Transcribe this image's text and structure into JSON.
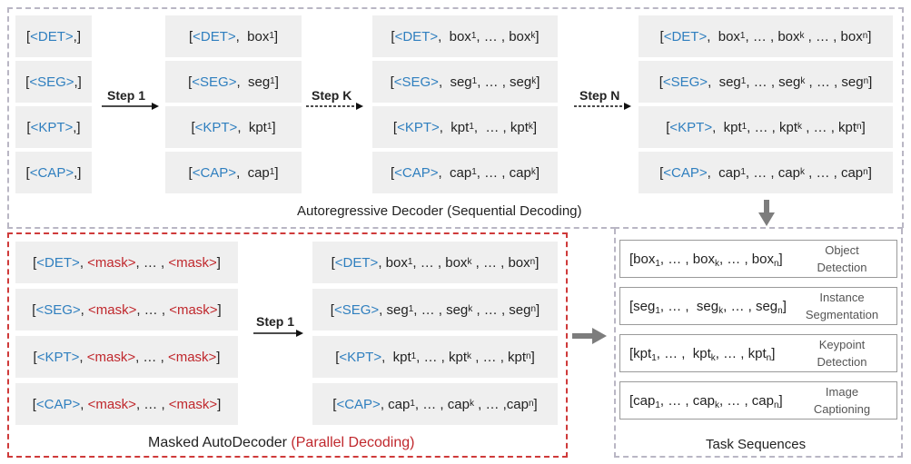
{
  "colors": {
    "task_token": "#2f7fbf",
    "mask_token": "#c0282d",
    "box_fill": "#efefef",
    "panel_gray": "#b9b6c4",
    "panel_red": "#cf3a3a"
  },
  "autoregressive": {
    "caption": "Autoregressive Decoder (Sequential Decoding)",
    "steps": [
      "Step 1",
      "Step K",
      "Step N"
    ],
    "columns": [
      [
        [
          {
            "t": "[",
            "c": ""
          },
          {
            "t": "<DET>",
            "c": "blue"
          },
          {
            "t": ",]",
            "c": ""
          }
        ],
        [
          {
            "t": "[",
            "c": ""
          },
          {
            "t": "<SEG>",
            "c": "blue"
          },
          {
            "t": ",]",
            "c": ""
          }
        ],
        [
          {
            "t": "[",
            "c": ""
          },
          {
            "t": "<KPT>",
            "c": "blue"
          },
          {
            "t": ",]",
            "c": ""
          }
        ],
        [
          {
            "t": "[",
            "c": ""
          },
          {
            "t": "<CAP>",
            "c": "blue"
          },
          {
            "t": ",]",
            "c": ""
          }
        ]
      ],
      [
        [
          {
            "t": "[",
            "c": ""
          },
          {
            "t": "<DET>",
            "c": "blue"
          },
          {
            "t": ",  box",
            "c": ""
          },
          {
            "t": "1",
            "c": "sub"
          },
          {
            "t": "]",
            "c": ""
          }
        ],
        [
          {
            "t": "[",
            "c": ""
          },
          {
            "t": "<SEG>",
            "c": "blue"
          },
          {
            "t": ",  seg",
            "c": ""
          },
          {
            "t": "1",
            "c": "sub"
          },
          {
            "t": "]",
            "c": ""
          }
        ],
        [
          {
            "t": "[",
            "c": ""
          },
          {
            "t": "<KPT>",
            "c": "blue"
          },
          {
            "t": ",  kpt",
            "c": ""
          },
          {
            "t": "1",
            "c": "sub"
          },
          {
            "t": "]",
            "c": ""
          }
        ],
        [
          {
            "t": "[",
            "c": ""
          },
          {
            "t": "<CAP>",
            "c": "blue"
          },
          {
            "t": ",  cap",
            "c": ""
          },
          {
            "t": "1",
            "c": "sub"
          },
          {
            "t": "]",
            "c": ""
          }
        ]
      ],
      [
        [
          {
            "t": "[",
            "c": ""
          },
          {
            "t": "<DET>",
            "c": "blue"
          },
          {
            "t": ",  box",
            "c": ""
          },
          {
            "t": "1",
            "c": "sub"
          },
          {
            "t": ", … , box",
            "c": ""
          },
          {
            "t": "k",
            "c": "sub"
          },
          {
            "t": "]",
            "c": ""
          }
        ],
        [
          {
            "t": "[",
            "c": ""
          },
          {
            "t": "<SEG>",
            "c": "blue"
          },
          {
            "t": ",  seg",
            "c": ""
          },
          {
            "t": "1",
            "c": "sub"
          },
          {
            "t": ", … , seg",
            "c": ""
          },
          {
            "t": "k",
            "c": "sub"
          },
          {
            "t": "]",
            "c": ""
          }
        ],
        [
          {
            "t": "[",
            "c": ""
          },
          {
            "t": "<KPT>",
            "c": "blue"
          },
          {
            "t": ",  kpt",
            "c": ""
          },
          {
            "t": "1",
            "c": "sub"
          },
          {
            "t": ",  … , kpt",
            "c": ""
          },
          {
            "t": "k",
            "c": "sub"
          },
          {
            "t": "]",
            "c": ""
          }
        ],
        [
          {
            "t": "[",
            "c": ""
          },
          {
            "t": "<CAP>",
            "c": "blue"
          },
          {
            "t": ",  cap",
            "c": ""
          },
          {
            "t": "1",
            "c": "sub"
          },
          {
            "t": ", … , cap",
            "c": ""
          },
          {
            "t": "k",
            "c": "sub"
          },
          {
            "t": "]",
            "c": ""
          }
        ]
      ],
      [
        [
          {
            "t": "[",
            "c": ""
          },
          {
            "t": "<DET>",
            "c": "blue"
          },
          {
            "t": ",  box",
            "c": ""
          },
          {
            "t": "1",
            "c": "sub"
          },
          {
            "t": ", … , box",
            "c": ""
          },
          {
            "t": "k",
            "c": "sub"
          },
          {
            "t": " , … , box",
            "c": ""
          },
          {
            "t": "n",
            "c": "sub"
          },
          {
            "t": "]",
            "c": ""
          }
        ],
        [
          {
            "t": "[",
            "c": ""
          },
          {
            "t": "<SEG>",
            "c": "blue"
          },
          {
            "t": ",  seg",
            "c": ""
          },
          {
            "t": "1",
            "c": "sub"
          },
          {
            "t": ", … , seg",
            "c": ""
          },
          {
            "t": "k",
            "c": "sub"
          },
          {
            "t": " , … , seg",
            "c": ""
          },
          {
            "t": "n",
            "c": "sub"
          },
          {
            "t": "]",
            "c": ""
          }
        ],
        [
          {
            "t": "[",
            "c": ""
          },
          {
            "t": "<KPT>",
            "c": "blue"
          },
          {
            "t": ",  kpt",
            "c": ""
          },
          {
            "t": "1",
            "c": "sub"
          },
          {
            "t": ", … , kpt",
            "c": ""
          },
          {
            "t": "k",
            "c": "sub"
          },
          {
            "t": " , … , kpt",
            "c": ""
          },
          {
            "t": "n",
            "c": "sub"
          },
          {
            "t": "]",
            "c": ""
          }
        ],
        [
          {
            "t": "[",
            "c": ""
          },
          {
            "t": "<CAP>",
            "c": "blue"
          },
          {
            "t": ",  cap",
            "c": ""
          },
          {
            "t": "1",
            "c": "sub"
          },
          {
            "t": ", … , cap",
            "c": ""
          },
          {
            "t": "k",
            "c": "sub"
          },
          {
            "t": " , … , cap",
            "c": ""
          },
          {
            "t": "n",
            "c": "sub"
          },
          {
            "t": "]",
            "c": ""
          }
        ]
      ]
    ]
  },
  "masked": {
    "caption_main": "Masked AutoDecoder ",
    "caption_paren": "(Parallel Decoding)",
    "step": "Step 1",
    "columns": [
      [
        [
          {
            "t": "[",
            "c": ""
          },
          {
            "t": "<DET>",
            "c": "blue"
          },
          {
            "t": ", ",
            "c": ""
          },
          {
            "t": "<mask>",
            "c": "red"
          },
          {
            "t": ", … , ",
            "c": ""
          },
          {
            "t": "<mask>",
            "c": "red"
          },
          {
            "t": "]",
            "c": ""
          }
        ],
        [
          {
            "t": "[",
            "c": ""
          },
          {
            "t": "<SEG>",
            "c": "blue"
          },
          {
            "t": ", ",
            "c": ""
          },
          {
            "t": "<mask>",
            "c": "red"
          },
          {
            "t": ", … , ",
            "c": ""
          },
          {
            "t": "<mask>",
            "c": "red"
          },
          {
            "t": "]",
            "c": ""
          }
        ],
        [
          {
            "t": "[",
            "c": ""
          },
          {
            "t": "<KPT>",
            "c": "blue"
          },
          {
            "t": ", ",
            "c": ""
          },
          {
            "t": "<mask>",
            "c": "red"
          },
          {
            "t": ", … , ",
            "c": ""
          },
          {
            "t": "<mask>",
            "c": "red"
          },
          {
            "t": "]",
            "c": ""
          }
        ],
        [
          {
            "t": "[",
            "c": ""
          },
          {
            "t": "<CAP>",
            "c": "blue"
          },
          {
            "t": ", ",
            "c": ""
          },
          {
            "t": "<mask>",
            "c": "red"
          },
          {
            "t": ", … , ",
            "c": ""
          },
          {
            "t": "<mask>",
            "c": "red"
          },
          {
            "t": "]",
            "c": ""
          }
        ]
      ],
      [
        [
          {
            "t": "[",
            "c": ""
          },
          {
            "t": "<DET>",
            "c": "blue"
          },
          {
            "t": ", box",
            "c": ""
          },
          {
            "t": "1",
            "c": "sub"
          },
          {
            "t": ", … , box",
            "c": ""
          },
          {
            "t": "k",
            "c": "sub"
          },
          {
            "t": " , … , box",
            "c": ""
          },
          {
            "t": "n",
            "c": "sub"
          },
          {
            "t": "]",
            "c": ""
          }
        ],
        [
          {
            "t": "[",
            "c": ""
          },
          {
            "t": "<SEG>",
            "c": "blue"
          },
          {
            "t": ", seg",
            "c": ""
          },
          {
            "t": "1",
            "c": "sub"
          },
          {
            "t": ", … , seg",
            "c": ""
          },
          {
            "t": "k",
            "c": "sub"
          },
          {
            "t": " , … , seg",
            "c": ""
          },
          {
            "t": "n",
            "c": "sub"
          },
          {
            "t": "]",
            "c": ""
          }
        ],
        [
          {
            "t": "[",
            "c": ""
          },
          {
            "t": "<KPT>",
            "c": "blue"
          },
          {
            "t": ",  kpt",
            "c": ""
          },
          {
            "t": "1",
            "c": "sub"
          },
          {
            "t": ", … , kpt",
            "c": ""
          },
          {
            "t": "k",
            "c": "sub"
          },
          {
            "t": " , … , kpt",
            "c": ""
          },
          {
            "t": "n",
            "c": "sub"
          },
          {
            "t": "]",
            "c": ""
          }
        ],
        [
          {
            "t": "[",
            "c": ""
          },
          {
            "t": "<CAP>",
            "c": "blue"
          },
          {
            "t": ", cap",
            "c": ""
          },
          {
            "t": "1",
            "c": "sub"
          },
          {
            "t": ", … , cap",
            "c": ""
          },
          {
            "t": "k",
            "c": "sub"
          },
          {
            "t": " , … ,cap",
            "c": ""
          },
          {
            "t": "n",
            "c": "sub"
          },
          {
            "t": "]",
            "c": ""
          }
        ]
      ]
    ]
  },
  "tasks": {
    "caption": "Task Sequences",
    "items": [
      {
        "seq": [
          {
            "t": "[box",
            "c": ""
          },
          {
            "t": "1",
            "c": "sub"
          },
          {
            "t": ", … , box",
            "c": ""
          },
          {
            "t": "k",
            "c": "sub"
          },
          {
            "t": ", … , box",
            "c": ""
          },
          {
            "t": "n",
            "c": "sub"
          },
          {
            "t": "]",
            "c": ""
          }
        ],
        "label1": "Object",
        "label2": "Detection"
      },
      {
        "seq": [
          {
            "t": "[seg",
            "c": ""
          },
          {
            "t": "1",
            "c": "sub"
          },
          {
            "t": ", … ,  seg",
            "c": ""
          },
          {
            "t": "k",
            "c": "sub"
          },
          {
            "t": ", … , seg",
            "c": ""
          },
          {
            "t": "n",
            "c": "sub"
          },
          {
            "t": "]",
            "c": ""
          }
        ],
        "label1": "Instance",
        "label2": "Segmentation"
      },
      {
        "seq": [
          {
            "t": "[kpt",
            "c": ""
          },
          {
            "t": "1",
            "c": "sub"
          },
          {
            "t": ", … ,  kpt",
            "c": ""
          },
          {
            "t": "k",
            "c": "sub"
          },
          {
            "t": ", … , kpt",
            "c": ""
          },
          {
            "t": "n",
            "c": "sub"
          },
          {
            "t": "]",
            "c": ""
          }
        ],
        "label1": "Keypoint",
        "label2": "Detection"
      },
      {
        "seq": [
          {
            "t": "[cap",
            "c": ""
          },
          {
            "t": "1",
            "c": "sub"
          },
          {
            "t": ", … , cap",
            "c": ""
          },
          {
            "t": "k",
            "c": "sub"
          },
          {
            "t": ", … , cap",
            "c": ""
          },
          {
            "t": "n",
            "c": "sub"
          },
          {
            "t": "]",
            "c": ""
          }
        ],
        "label1": "Image",
        "label2": "Captioning"
      }
    ]
  }
}
